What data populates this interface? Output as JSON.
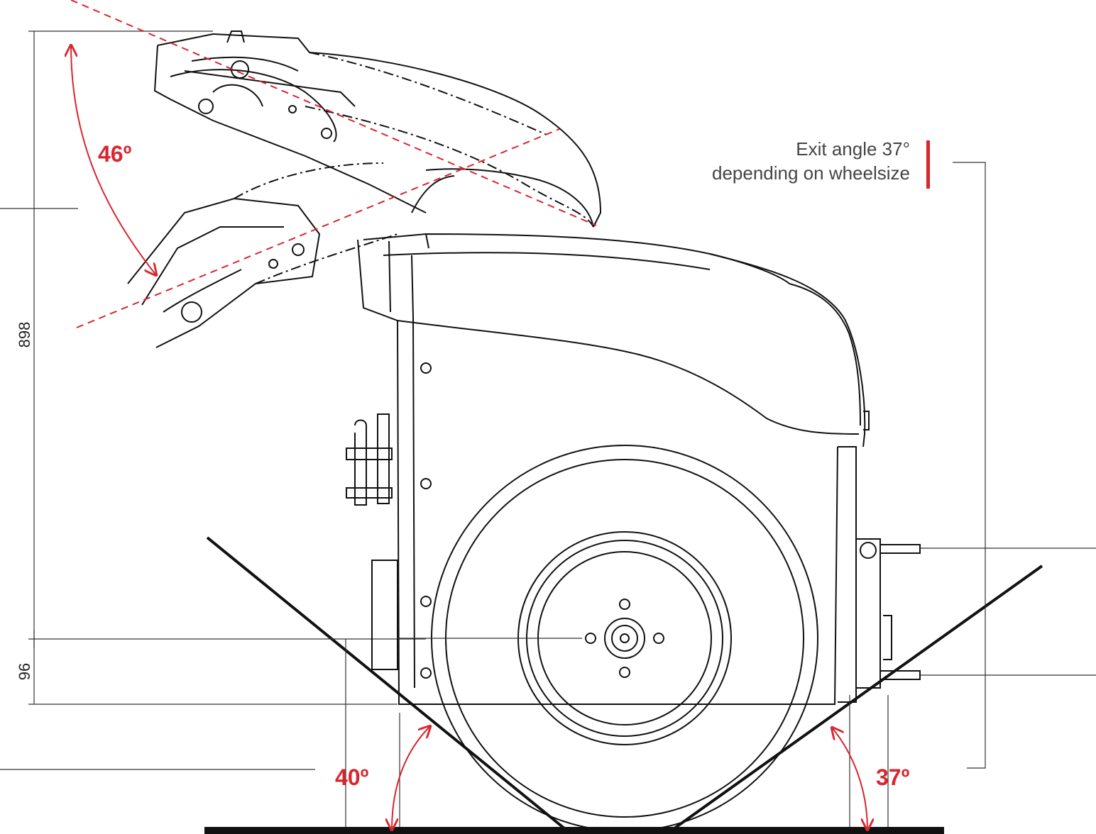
{
  "colors": {
    "accent": "#d8262f",
    "line": "#111111",
    "thin": "#333333"
  },
  "dimensions": {
    "height": "898",
    "offset": "96"
  },
  "angles": {
    "handle": "46º",
    "entry": "40º",
    "exit": "37º"
  },
  "callout": {
    "line1": "Exit angle 37°",
    "line2": "depending on wheelsize"
  }
}
